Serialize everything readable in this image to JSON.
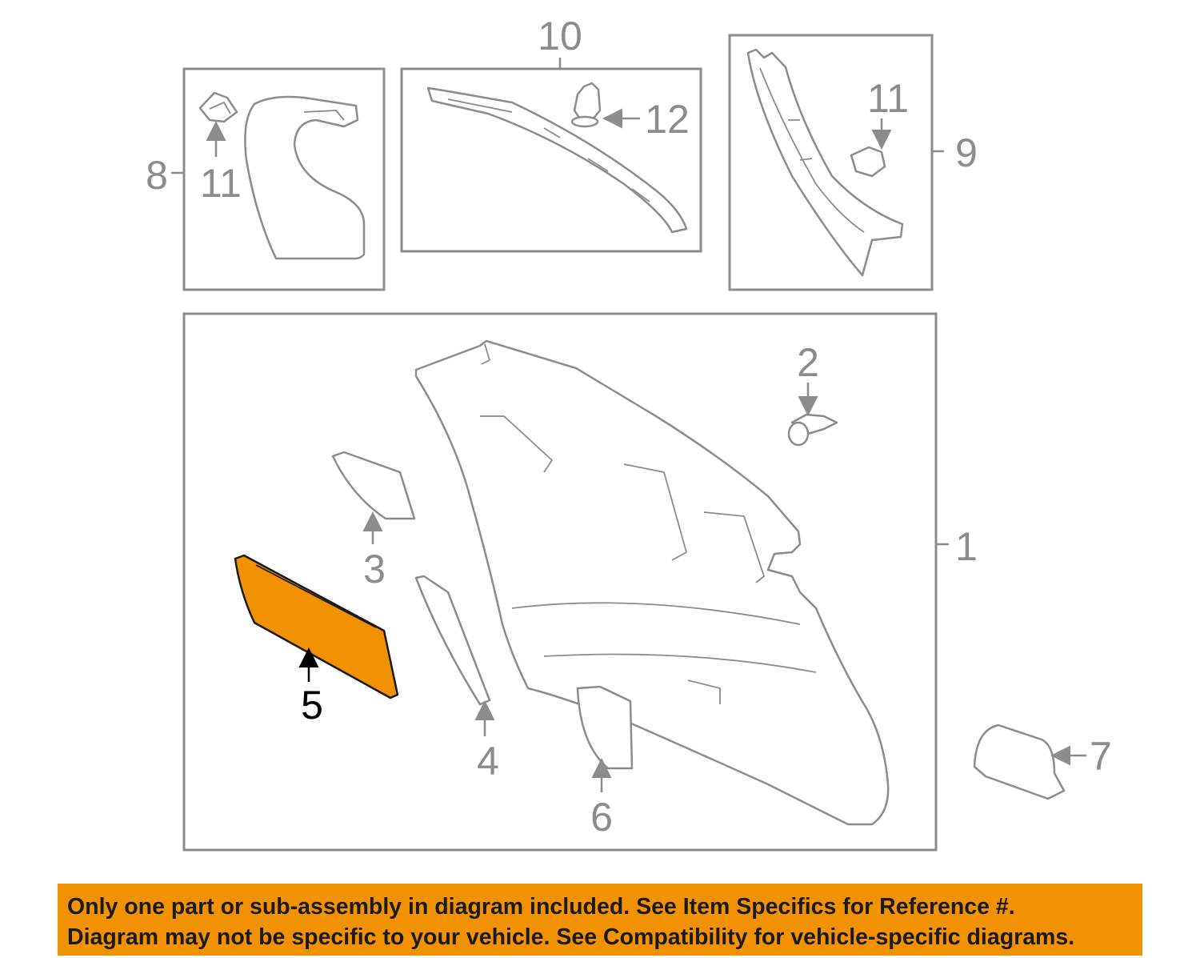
{
  "callouts": {
    "c1": "1",
    "c2": "2",
    "c3": "3",
    "c4": "4",
    "c5": "5",
    "c6": "6",
    "c7": "7",
    "c8": "8",
    "c9": "9",
    "c10": "10",
    "c11a": "11",
    "c11b": "11",
    "c12": "12"
  },
  "highlight_color": "#f39200",
  "line_color": "#8c8c8c",
  "banner": {
    "line1": "Only one part or sub-assembly in diagram included. See Item Specifics for Reference #.",
    "line2": "Diagram may not be specific to your vehicle. See Compatibility for vehicle-specific diagrams."
  }
}
